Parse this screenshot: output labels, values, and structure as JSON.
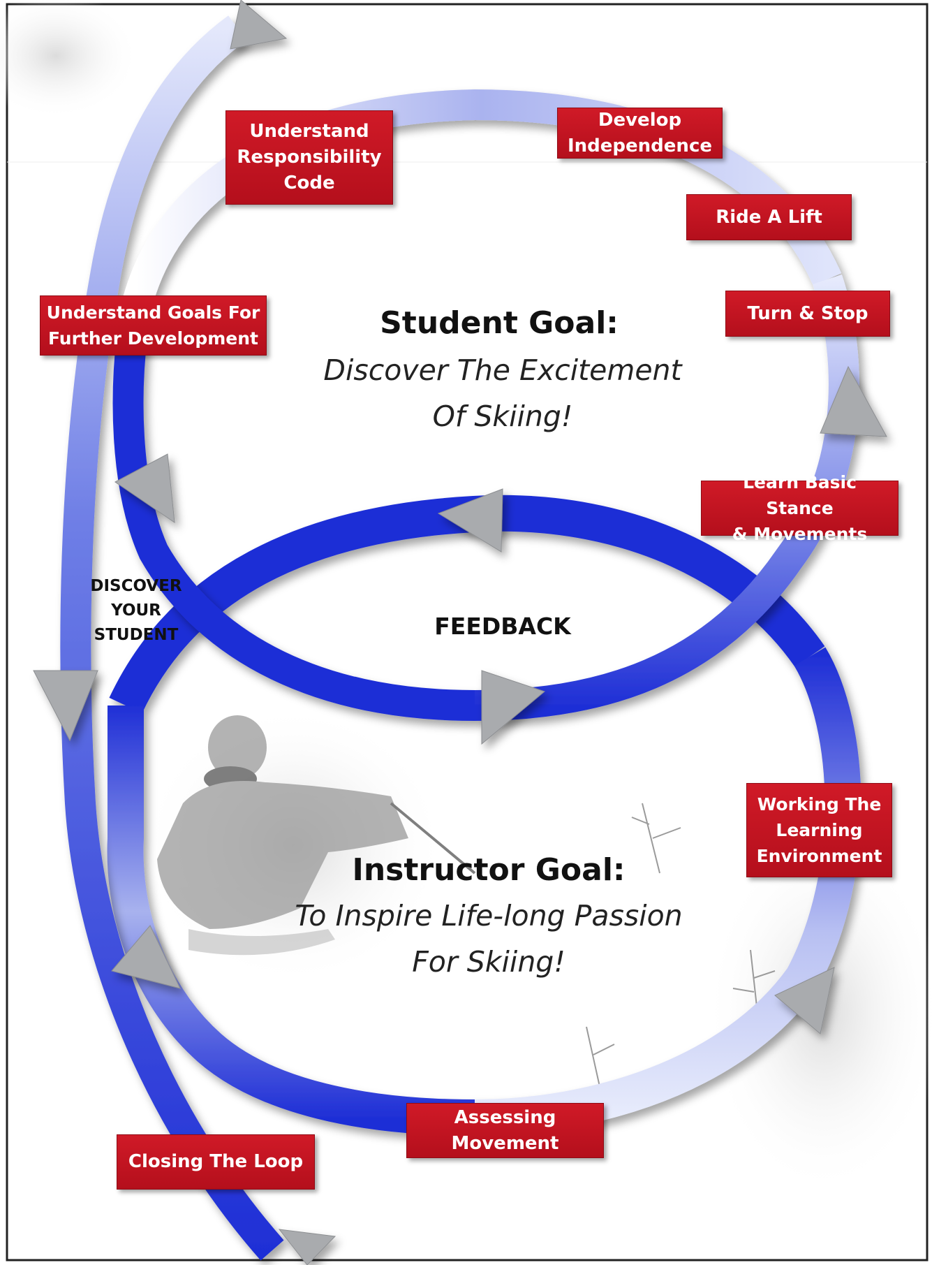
{
  "colors": {
    "label_red": "#c41522",
    "arrow_blue": "#1f2fd6",
    "arrow_light": "#dde3fa",
    "arrowhead_gray": "#a9abae"
  },
  "student_goal": {
    "heading": "Student Goal:",
    "text": "Discover The Excitement\nOf Skiing!"
  },
  "instructor_goal": {
    "heading": "Instructor Goal:",
    "text": "To Inspire Life-long Passion\nFor Skiing!"
  },
  "center_label": "FEEDBACK",
  "side_label": "DISCOVER\nYOUR\nSTUDENT",
  "steps": {
    "responsibility_code": "Understand\nResponsibility\nCode",
    "develop_independence": "Develop\nIndependence",
    "ride_a_lift": "Ride A Lift",
    "turn_and_stop": "Turn & Stop",
    "further_development": "Understand Goals For\nFurther Development",
    "basic_stance": "Learn Basic Stance\n& Movements",
    "learning_environment": "Working The\nLearning\nEnvironment",
    "assessing_movement": "Assessing\nMovement",
    "closing_the_loop": "Closing The Loop"
  }
}
